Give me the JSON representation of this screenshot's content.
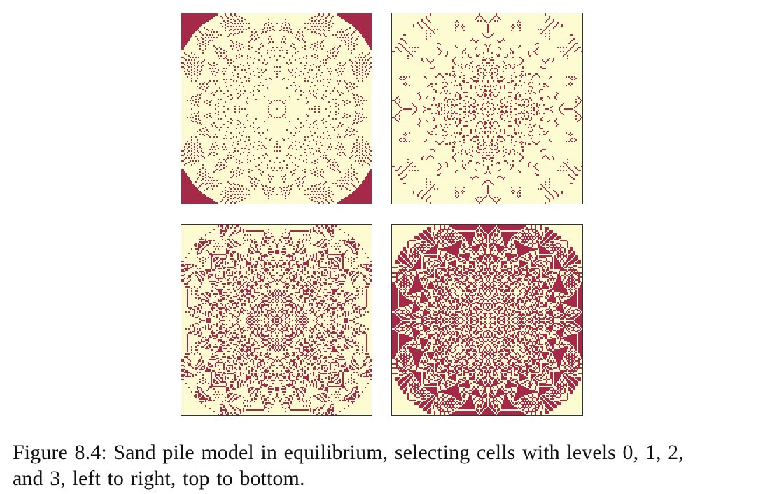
{
  "figure": {
    "caption_line1": "Figure 8.4: Sand pile model in equilibrium, selecting cells with levels 0, 1, 2,",
    "caption_line2": "and 3, left to right, top to bottom.",
    "colors": {
      "background": "#fdfbd2",
      "selected_cell": "#a52a4a",
      "border": "#333333"
    },
    "panels": [
      {
        "id": "level-0",
        "level": 0,
        "selected_fraction": 0.13
      },
      {
        "id": "level-1",
        "level": 1,
        "selected_fraction": 0.17
      },
      {
        "id": "level-2",
        "level": 2,
        "selected_fraction": 0.3
      },
      {
        "id": "level-3",
        "level": 3,
        "selected_fraction": 0.4
      }
    ]
  }
}
